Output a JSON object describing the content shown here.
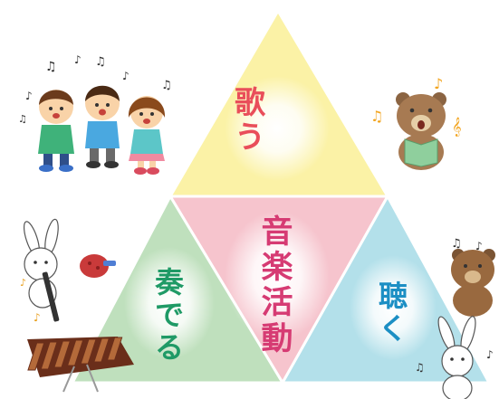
{
  "diagram": {
    "sections": {
      "top": {
        "label": "歌う",
        "fill": "#fbf2a6",
        "text_color": "#e94e5a"
      },
      "center": {
        "label": "音楽活動",
        "fill": "#f6c4cd",
        "text_color": "#d63b73"
      },
      "left": {
        "label": "奏でる",
        "fill": "#bfe0bd",
        "text_color": "#1f9a66"
      },
      "right": {
        "label": "聴く",
        "fill": "#b3e0ea",
        "text_color": "#1c8fc4"
      }
    }
  },
  "illustrations": [
    "singing-children",
    "singing-bear",
    "recorder-rabbit",
    "castanets",
    "xylophone",
    "listening-bear",
    "listening-rabbit",
    "music-notes"
  ]
}
